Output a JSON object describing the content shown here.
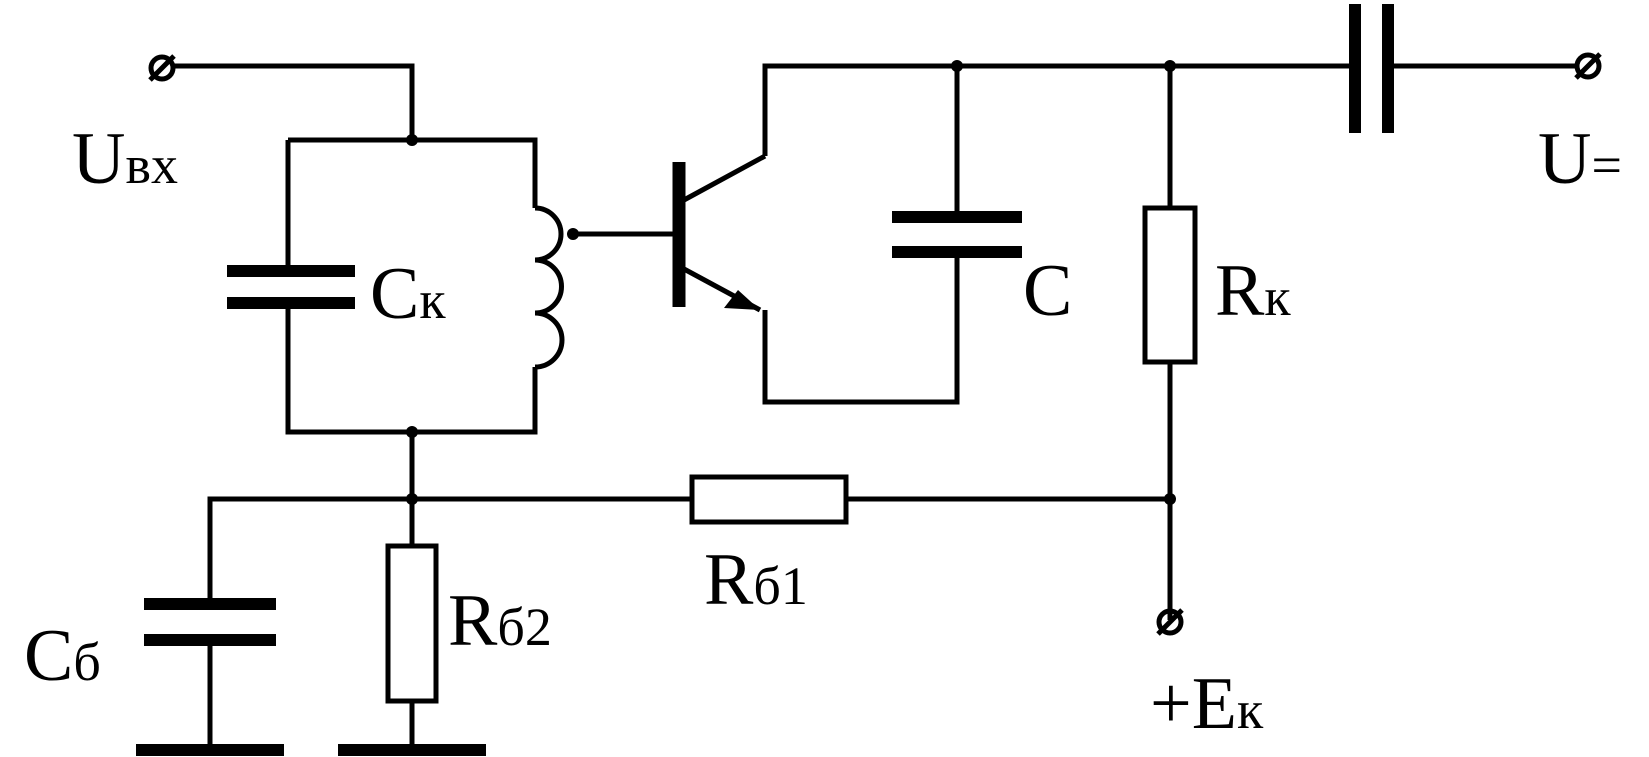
{
  "colors": {
    "ink": "#000000",
    "background": "#ffffff"
  },
  "labels": {
    "u_in_main": "U",
    "u_in_sub": "вх",
    "u_out_main": "U",
    "u_out_sub": "=",
    "ck_main": "C",
    "ck_sub": "к",
    "c": "C",
    "rk_main": "R",
    "rk_sub": "к",
    "cb_main": "C",
    "cb_sub": "б",
    "rb2_main": "R",
    "rb2_sub": "б2",
    "rb1_main": "R",
    "rb1_sub": "б1",
    "ek_main": "+E",
    "ek_sub": "к"
  }
}
